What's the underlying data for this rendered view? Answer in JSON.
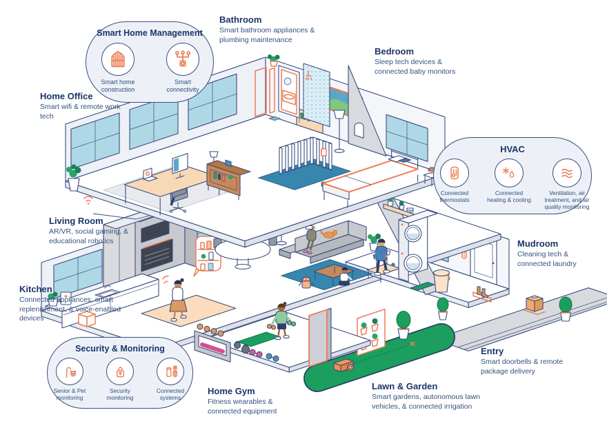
{
  "rooms": {
    "bathroom": {
      "title": "Bathroom",
      "desc": "Smart bathroom appliances & plumbing maintenance"
    },
    "bedroom": {
      "title": "Bedroom",
      "desc": "Sleep tech devices & connected baby monitors"
    },
    "home_office": {
      "title": "Home Office",
      "desc": "Smart wifi & remote work tech"
    },
    "living_room": {
      "title": "Living Room",
      "desc": "AR/VR, social gaming, & educational robotics"
    },
    "kitchen": {
      "title": "Kitchen",
      "desc": "Connected appliances, smart replenishment, & voice-enabled devices"
    },
    "mudroom": {
      "title": "Mudroom",
      "desc": "Cleaning tech & connected laundry"
    },
    "entry": {
      "title": "Entry",
      "desc": "Smart doorbells & remote package delivery"
    },
    "home_gym": {
      "title": "Home Gym",
      "desc": "Fitness wearables & connected equipment"
    },
    "lawn_garden": {
      "title": "Lawn & Garden",
      "desc": "Smart gardens, autonomous lawn vehicles, & connected irrigation"
    }
  },
  "bubbles": {
    "management": {
      "title": "Smart Home Management",
      "items": [
        {
          "icon": "smart-home-construction-icon",
          "label": "Smart home construction"
        },
        {
          "icon": "smart-connectivity-icon",
          "label": "Smart connectivity"
        }
      ]
    },
    "hvac": {
      "title": "HVAC",
      "items": [
        {
          "icon": "connected-thermostats-icon",
          "label": "Connected thermostats"
        },
        {
          "icon": "heating-cooling-icon",
          "label": "Connected heating & cooling"
        },
        {
          "icon": "ventilation-icon",
          "label": "Ventilation, air treatment, and air quality monitoring"
        }
      ]
    },
    "security": {
      "title": "Security & Monitoring",
      "items": [
        {
          "icon": "senior-pet-monitoring-icon",
          "label": "Senior & Pet monitoring"
        },
        {
          "icon": "security-monitoring-icon",
          "label": "Security monitoring"
        },
        {
          "icon": "connected-systems-icon",
          "label": "Connected systems"
        }
      ]
    }
  },
  "colors": {
    "navy": "#3A4D7F",
    "title_text": "#1A3568",
    "body_text": "#33517E",
    "accent_orange": "#ED7C57",
    "window_blue": "#AED8E6",
    "lawn_green": "#1B9E5E",
    "rug_blue": "#3786AD",
    "peach": "#F8D9B6"
  }
}
